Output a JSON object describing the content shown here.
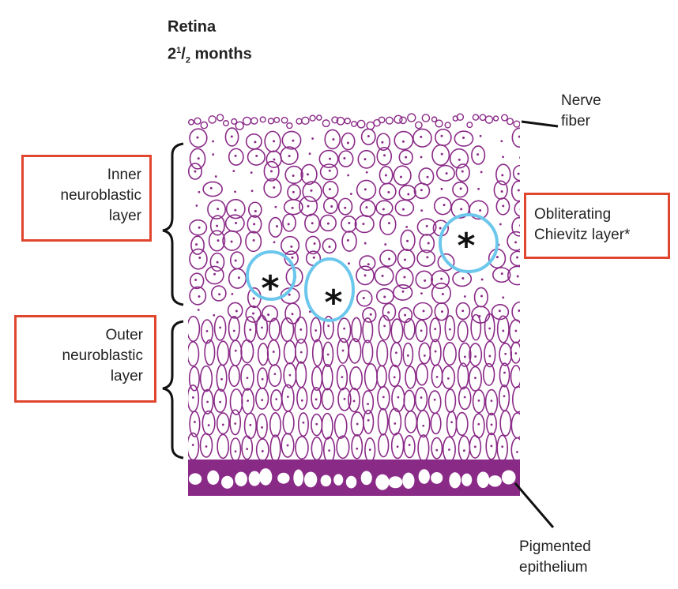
{
  "title": {
    "line1": "Retina",
    "line2_prefix": "2",
    "line2_frac_num": "1",
    "line2_frac_den": "2",
    "line2_suffix": " months"
  },
  "labels": {
    "nerve_fiber": [
      "Nerve",
      "fiber"
    ],
    "inner_layer": [
      "Inner",
      "neuroblastic",
      "layer"
    ],
    "outer_layer": [
      "Outer",
      "neuroblastic",
      "layer"
    ],
    "chievitz": [
      "Obliterating",
      "Chievitz layer*"
    ],
    "pigmented": [
      "Pigmented",
      "epithelium"
    ]
  },
  "markers": {
    "asterisk": "*"
  },
  "colors": {
    "tissue": "#8a2a87",
    "box_border": "#e0452e",
    "highlight_circle": "#6cc7ec"
  }
}
